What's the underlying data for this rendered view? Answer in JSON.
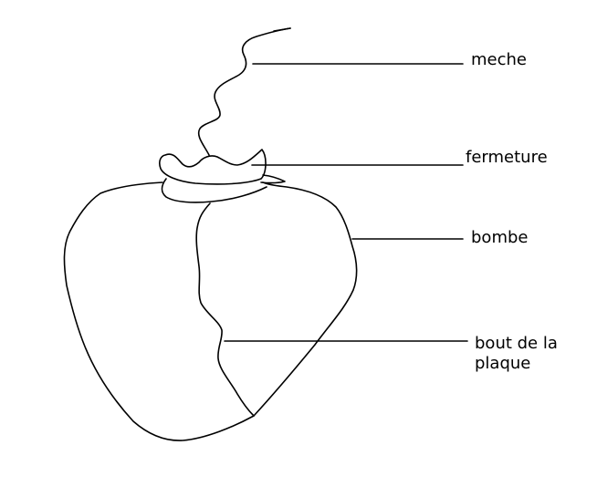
{
  "labels": {
    "meche": "meche",
    "fermeture": "fermeture",
    "bombe": "bombe",
    "bout_line1": "bout de la",
    "bout_line2": "plaque"
  },
  "colors": {
    "ink": "#000000",
    "background": "#ffffff"
  }
}
